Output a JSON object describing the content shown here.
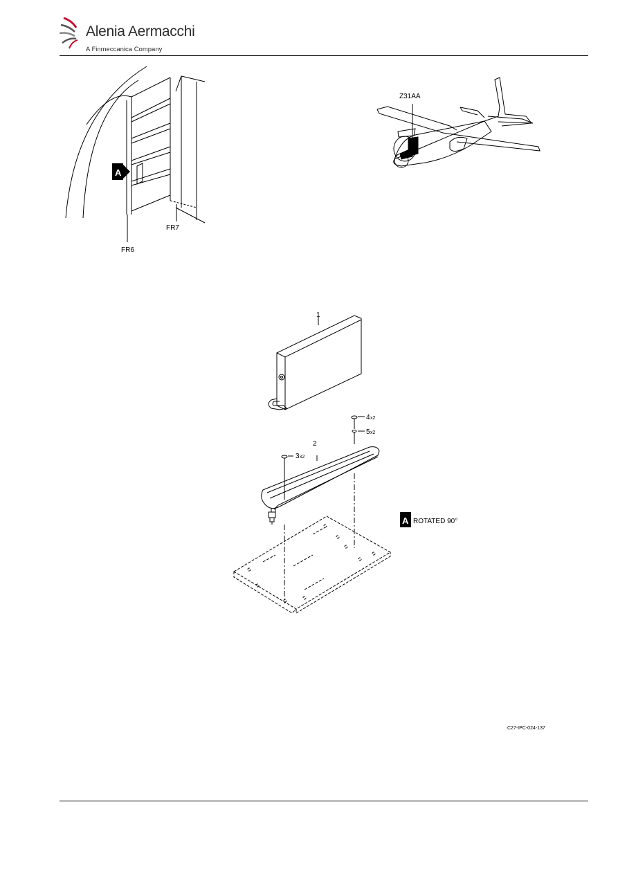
{
  "header": {
    "company": "Alenia Aermacchi",
    "tagline": "A Finmeccanica Company"
  },
  "location_view": {
    "frame_labels": [
      "FR6",
      "FR7"
    ],
    "view_marker": "A"
  },
  "aircraft_view": {
    "zone_label": "Z31AA"
  },
  "detail_view": {
    "view_marker": "A",
    "view_caption": "ROTATED 90°",
    "item_labels": [
      {
        "number": "1",
        "qty": ""
      },
      {
        "number": "2",
        "qty": ""
      },
      {
        "number": "3",
        "qty": "x2"
      },
      {
        "number": "4",
        "qty": "x2"
      },
      {
        "number": "5",
        "qty": "x2"
      }
    ]
  },
  "document_reference": "C27-IPC-024-137",
  "colors": {
    "line": "#000000",
    "background": "#ffffff"
  }
}
